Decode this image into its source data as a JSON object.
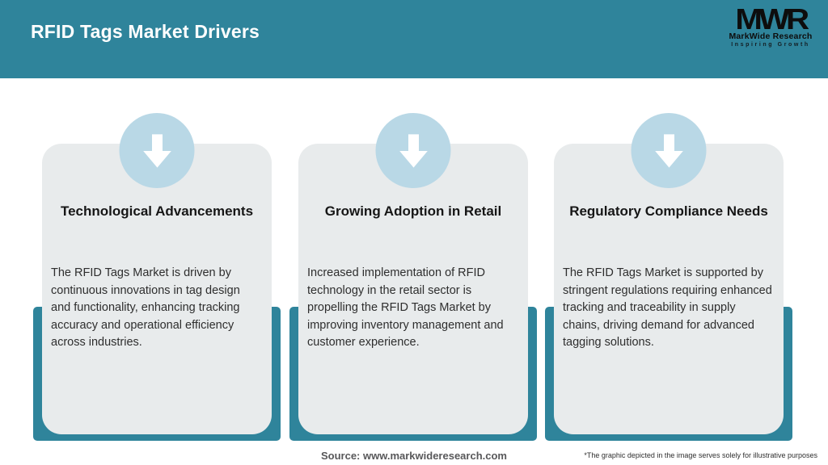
{
  "header": {
    "title": "RFID Tags Market Drivers",
    "logo": {
      "monogram": "MWR",
      "name": "MarkWide Research",
      "tagline": "Inspiring Growth"
    }
  },
  "cards": [
    {
      "icon": "arrow-down-icon",
      "title": "Technological Advancements",
      "description": "The RFID Tags Market is driven by continuous innovations in tag design and functionality, enhancing tracking accuracy and operational efficiency across industries."
    },
    {
      "icon": "arrow-down-icon",
      "title": "Growing Adoption in Retail",
      "description": "Increased implementation of RFID technology in the retail sector is propelling the RFID Tags Market by improving inventory management and customer experience."
    },
    {
      "icon": "arrow-down-icon",
      "title": "Regulatory Compliance Needs",
      "description": "The RFID Tags Market is supported by stringent regulations requiring enhanced tracking and traceability in supply chains, driving demand for advanced tagging solutions."
    }
  ],
  "footer": {
    "source": "Source: www.markwideresearch.com",
    "disclaimer": "*The graphic depicted in the image serves solely for illustrative purposes"
  },
  "colors": {
    "header_teal": "#2F849B",
    "frame_teal": "#2F849B",
    "card_background": "#E8EBEC",
    "circle_blue": "#B9D8E6",
    "title_text": "#161616",
    "body_text": "#2e2e2e",
    "footer_text": "#58585A"
  }
}
